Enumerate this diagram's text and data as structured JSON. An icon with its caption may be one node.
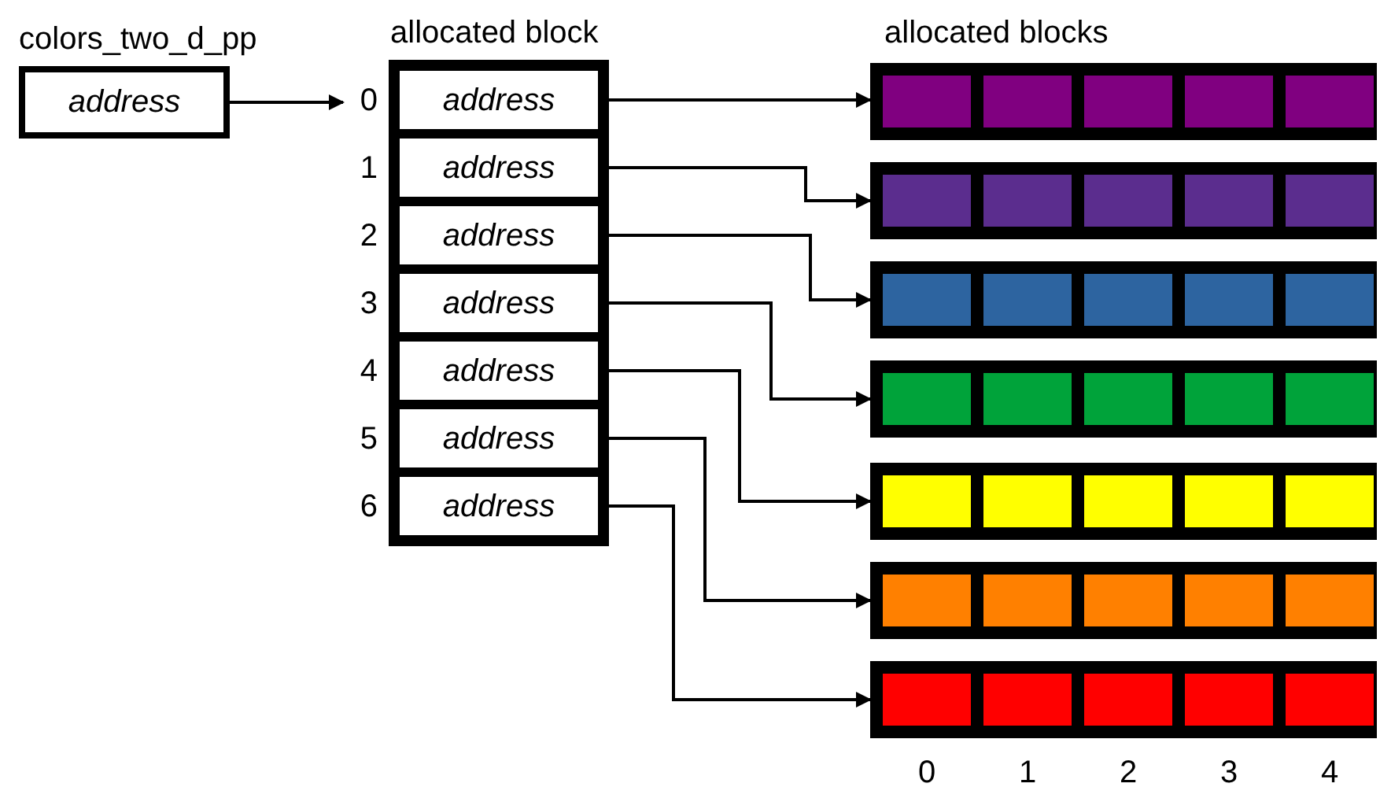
{
  "diagram": {
    "nodes": [
      {
        "text": [
          "colors_two_d_pp",
          "address"
        ]
      },
      {
        "text": [
          "allocated block"
        ]
      },
      {
        "text": [
          "address"
        ],
        "in": 1,
        "beside": [
          "0"
        ]
      },
      {
        "text": [
          "address"
        ],
        "in": 1,
        "beside": [
          "1"
        ]
      },
      {
        "text": [
          "address"
        ],
        "in": 1,
        "beside": [
          "2"
        ]
      },
      {
        "text": [
          "address"
        ],
        "in": 1,
        "beside": [
          "3"
        ]
      },
      {
        "text": [
          "address"
        ],
        "in": 1,
        "beside": [
          "4"
        ]
      },
      {
        "text": [
          "address"
        ],
        "in": 1,
        "beside": [
          "5"
        ]
      },
      {
        "text": [
          "address"
        ],
        "in": 1,
        "beside": [
          "6"
        ]
      },
      {
        "text": [],
        "shape": "bar"
      },
      {
        "text": [],
        "shape": "bar"
      },
      {
        "text": [],
        "shape": "bar"
      },
      {
        "text": [],
        "shape": "bar"
      },
      {
        "text": [],
        "shape": "bar"
      },
      {
        "text": [],
        "shape": "bar"
      },
      {
        "text": [],
        "shape": "bar"
      }
    ],
    "edges": [
      {
        "from": 0,
        "to": 2,
        "arrow": "to"
      },
      {
        "from": 2,
        "to": 9,
        "arrow": "to"
      },
      {
        "from": 3,
        "to": 10,
        "arrow": "to"
      },
      {
        "from": 4,
        "to": 11,
        "arrow": "to"
      },
      {
        "from": 5,
        "to": 12,
        "arrow": "to"
      },
      {
        "from": 6,
        "to": 13,
        "arrow": "to"
      },
      {
        "from": 7,
        "to": 14,
        "arrow": "to"
      },
      {
        "from": 8,
        "to": 15,
        "arrow": "to"
      }
    ],
    "labels": [
      "allocated blocks",
      "0",
      "1",
      "2",
      "3",
      "4"
    ]
  }
}
